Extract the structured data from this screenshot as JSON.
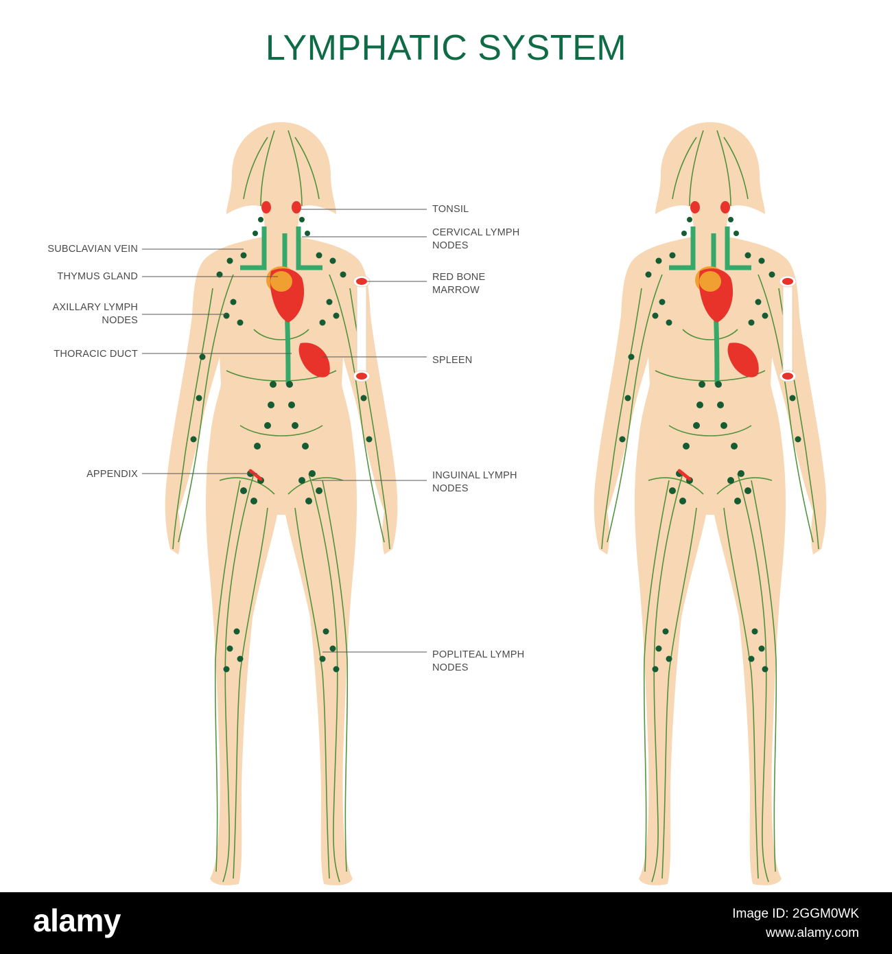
{
  "title": "LYMPHATIC SYSTEM",
  "labels": {
    "tonsil": "TONSIL",
    "cervical": "CERVICAL LYMPH\nNODES",
    "red_bone_marrow": "RED BONE\nMARROW",
    "spleen": "SPLEEN",
    "inguinal": "INGUINAL LYMPH\nNODES",
    "popliteal": "POPLITEAL LYMPH\nNODES",
    "subclavian": "SUBCLAVIAN VEIN",
    "thymus": "THYMUS GLAND",
    "axillary": "AXILLARY LYMPH\nNODES",
    "thoracic": "THORACIC DUCT",
    "appendix": "APPENDIX"
  },
  "colors": {
    "title": "#0f6b45",
    "skin": "#f7d7b4",
    "vessel": "#3f8a2e",
    "node": "#155c33",
    "duct": "#35a86a",
    "organ": "#e8332b",
    "thymus": "#f0a030",
    "label_text": "#4a4a4a",
    "leader_line": "#555555"
  },
  "footer": {
    "logo": "alamy",
    "image_id": "Image ID: 2GGM0WK",
    "site": "www.alamy.com"
  }
}
